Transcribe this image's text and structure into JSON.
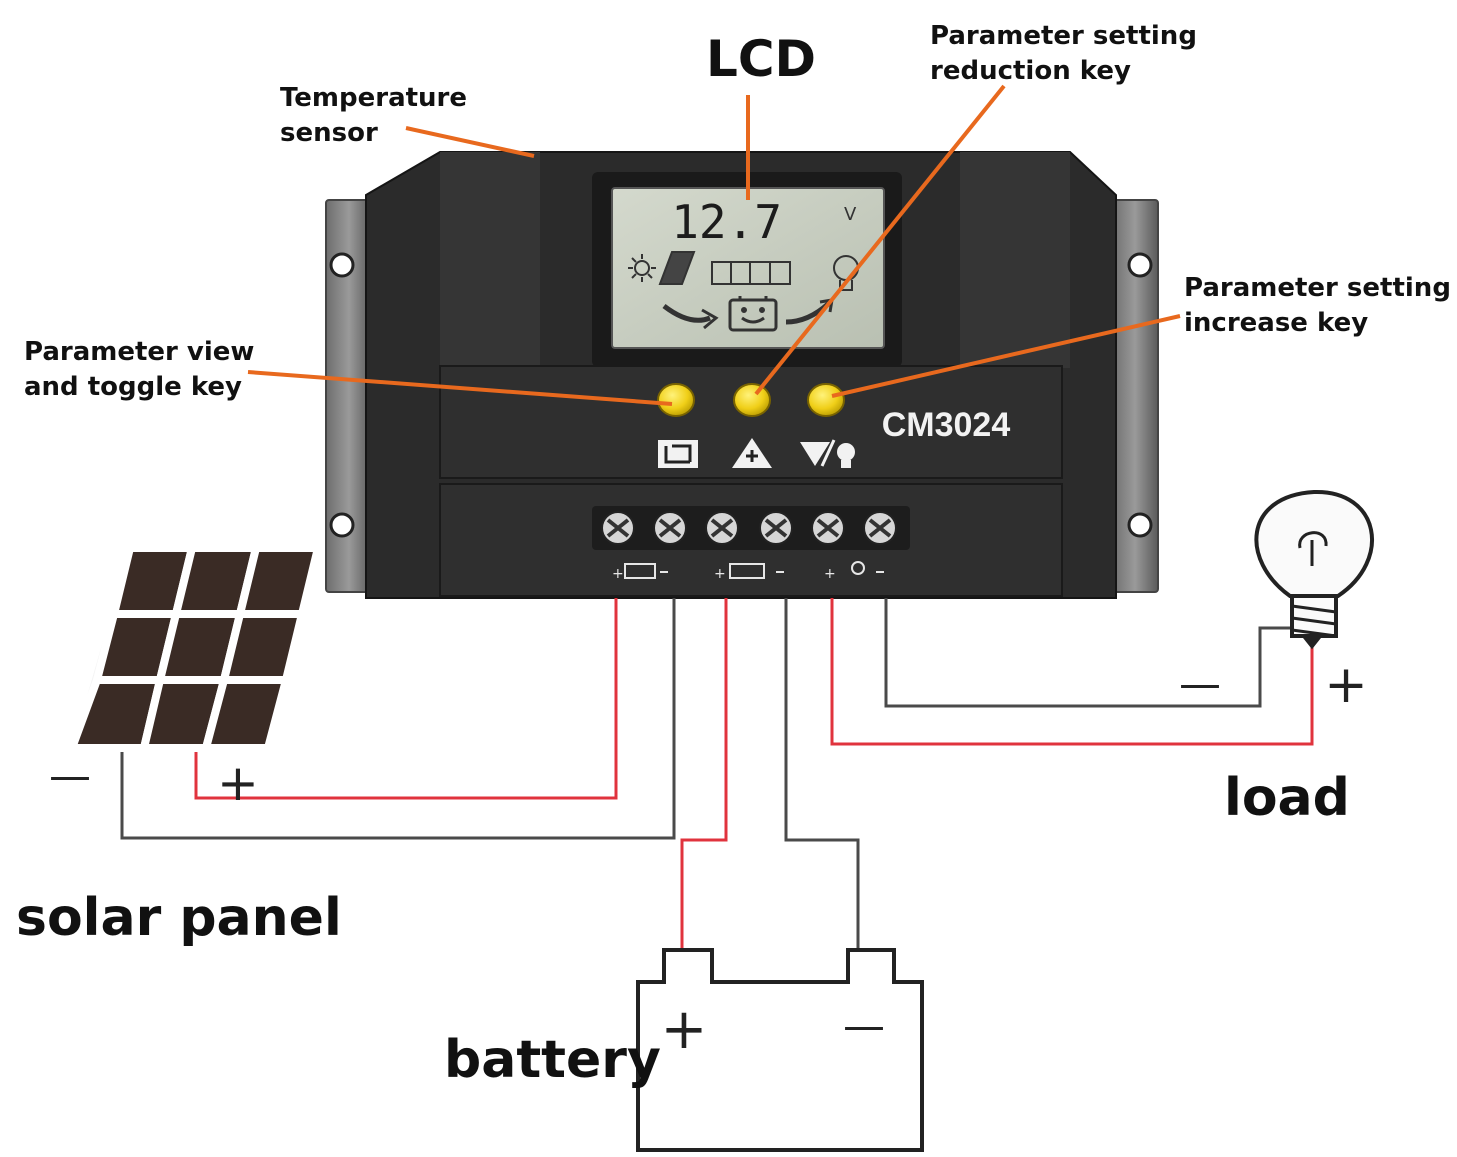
{
  "callouts": {
    "lcd": "LCD",
    "temperature_sensor": [
      "Temperature",
      "sensor"
    ],
    "reduction_key": [
      "Parameter setting",
      "reduction key"
    ],
    "increase_key": [
      "Parameter setting",
      "increase key"
    ],
    "view_toggle_key": [
      "Parameter view",
      "and toggle key"
    ]
  },
  "device": {
    "model": "CM3024",
    "lcd_reading": "12.7",
    "lcd_unit": "V"
  },
  "components": {
    "solar_panel": "solar panel",
    "battery": "battery",
    "load": "load"
  },
  "polarity": {
    "plus": "+",
    "minus": "—"
  },
  "colors": {
    "leader": "#e8691e",
    "positive_wire": "#e0333d",
    "negative_wire": "#444444",
    "housing": "#2d2d2d",
    "button": "#f2d21b",
    "lcd": "#c9cfc2"
  }
}
